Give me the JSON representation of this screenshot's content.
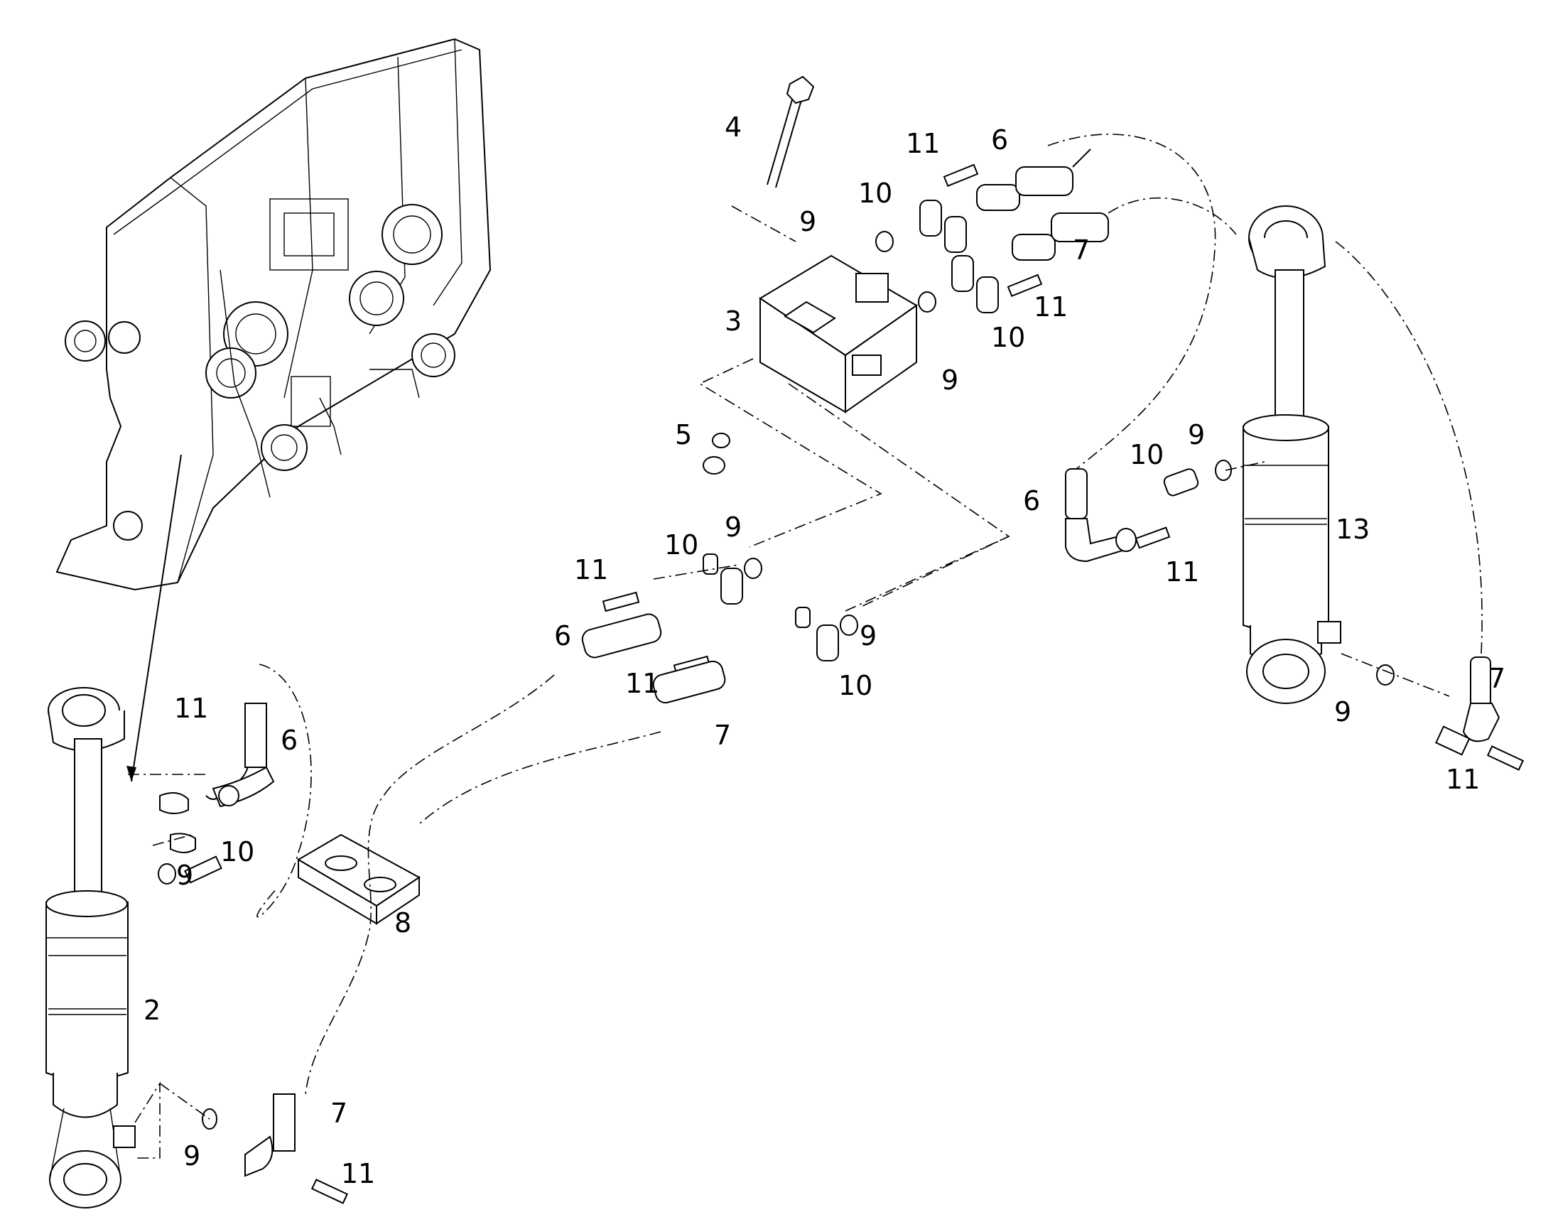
{
  "callouts": {
    "c4": "4",
    "c11_top": "11",
    "c6_top": "6",
    "c10_top": "10",
    "c9_top": "9",
    "c7_top": "7",
    "c3": "3",
    "c11_right": "11",
    "c10_right": "10",
    "c9_right": "9",
    "c5": "5",
    "c10_r2": "10",
    "c9_r2": "9",
    "c6_r2": "6",
    "c13": "13",
    "c11_r2": "11",
    "c7_r2": "7",
    "c9_r3": "9",
    "c11_r3": "11",
    "c9_mid1": "9",
    "c10_mid1": "10",
    "c11_mid1": "11",
    "c6_mid": "6",
    "c9_mid2": "9",
    "c11_mid2": "11",
    "c10_mid2": "10",
    "c7_mid": "7",
    "c11_left": "11",
    "c6_left": "6",
    "c10_left": "10",
    "c9_left": "9",
    "c8": "8",
    "c2": "2",
    "c7_left": "7",
    "c9_left2": "9",
    "c11_left2": "11"
  }
}
